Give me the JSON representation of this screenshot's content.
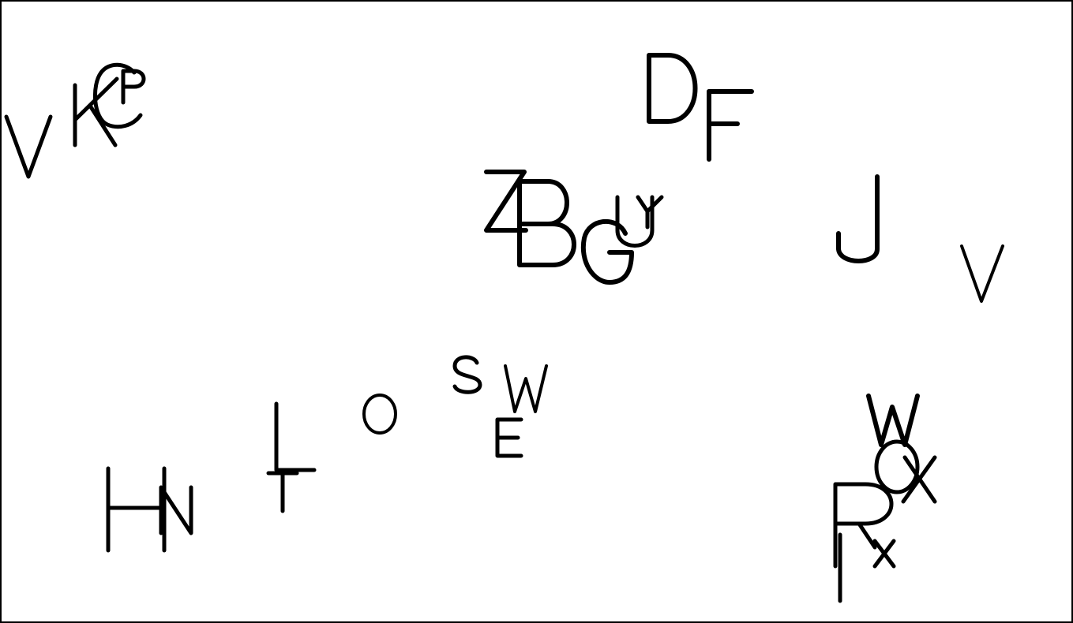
{
  "canvas": {
    "background": "#ffffff",
    "stroke_color": "#000000"
  },
  "glyphs": [
    {
      "id": "v1",
      "char": "V"
    },
    {
      "id": "k",
      "char": "K"
    },
    {
      "id": "c",
      "char": "C"
    },
    {
      "id": "p",
      "char": "P"
    },
    {
      "id": "d",
      "char": "D"
    },
    {
      "id": "f",
      "char": "F"
    },
    {
      "id": "z",
      "char": "Z"
    },
    {
      "id": "b",
      "char": "B"
    },
    {
      "id": "g",
      "char": "G"
    },
    {
      "id": "u",
      "char": "U"
    },
    {
      "id": "y",
      "char": "Y"
    },
    {
      "id": "j",
      "char": "J"
    },
    {
      "id": "v2",
      "char": "V"
    },
    {
      "id": "s",
      "char": "S"
    },
    {
      "id": "w1",
      "char": "W"
    },
    {
      "id": "o",
      "char": "O"
    },
    {
      "id": "e",
      "char": "E"
    },
    {
      "id": "l",
      "char": "L"
    },
    {
      "id": "t",
      "char": "T"
    },
    {
      "id": "h",
      "char": "H"
    },
    {
      "id": "n",
      "char": "N"
    },
    {
      "id": "w2",
      "char": "W"
    },
    {
      "id": "q",
      "char": "Q"
    },
    {
      "id": "x1",
      "char": "X"
    },
    {
      "id": "r",
      "char": "R"
    },
    {
      "id": "x2",
      "char": "X"
    },
    {
      "id": "i",
      "char": "I"
    }
  ]
}
